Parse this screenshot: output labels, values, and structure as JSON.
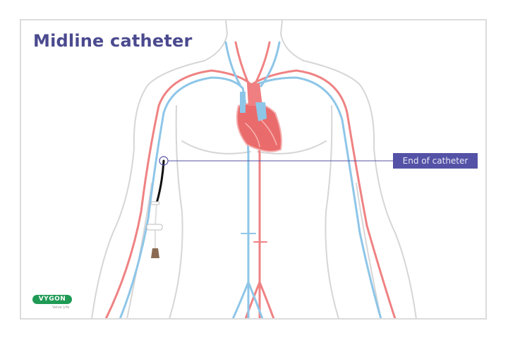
{
  "title": "Midline catheter",
  "callout": {
    "label": "End of catheter"
  },
  "logo": {
    "brand": "VYGON",
    "tagline": "Value Life"
  },
  "colors": {
    "title": "#4b4a8f",
    "callout_bg": "#5452a6",
    "artery": "#ef7f80",
    "vein": "#8cc4e6",
    "body_outline": "#d4d4d4",
    "heart": "#ea6b6b",
    "catheter": "#111111",
    "logo": "#1f9a55"
  },
  "diagram": {
    "subject": "upper body anatomy with heart, arteries (red) and veins (blue)",
    "device": "midline catheter inserted in left upper arm vein",
    "marker": "circle at catheter tip connected by line to callout"
  }
}
